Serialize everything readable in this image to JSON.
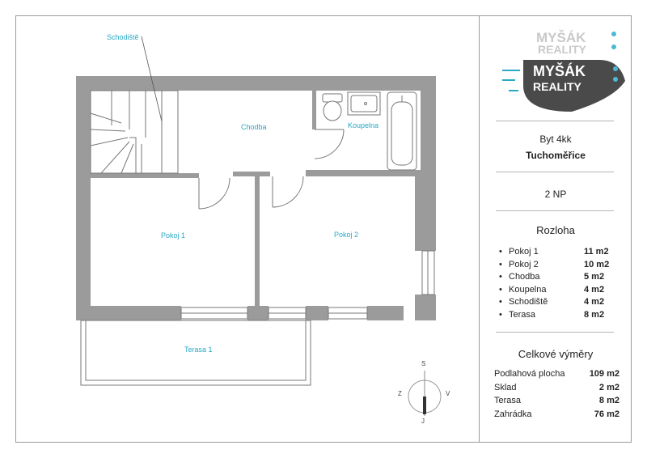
{
  "plan": {
    "labels": {
      "stairs_callout": "Schodiště",
      "chodba": "Chodba",
      "koupelna": "Koupelna",
      "pokoj1": "Pokoj 1",
      "pokoj2": "Pokoj 2",
      "terasa": "Terasa 1"
    },
    "compass": {
      "north": "S",
      "south": "J",
      "west": "Z",
      "east": "V"
    }
  },
  "colors": {
    "wall": "#9b9b9b",
    "accent": "#2aa8c4",
    "logo_dark": "#4a4a4a"
  },
  "logo": {
    "line1": "MYŠÁK",
    "line2": "REALITY"
  },
  "info": {
    "type": "Byt 4kk",
    "location": "Tuchoměřice",
    "floor": "2 NP",
    "area_heading": "Rozloha",
    "rooms": [
      {
        "name": "Pokoj 1",
        "area": "11 m2"
      },
      {
        "name": "Pokoj 2",
        "area": "10 m2"
      },
      {
        "name": "Chodba",
        "area": "5 m2"
      },
      {
        "name": "Koupelna",
        "area": "4 m2"
      },
      {
        "name": "Schodiště",
        "area": "4 m2"
      },
      {
        "name": "Terasa",
        "area": "8 m2"
      }
    ],
    "totals_heading": "Celkové výměry",
    "totals": [
      {
        "name": "Podlahová plocha",
        "value": "109 m2"
      },
      {
        "name": "Sklad",
        "value": "2 m2"
      },
      {
        "name": "Terasa",
        "value": "8 m2"
      },
      {
        "name": "Zahrádka",
        "value": "76 m2"
      }
    ]
  }
}
